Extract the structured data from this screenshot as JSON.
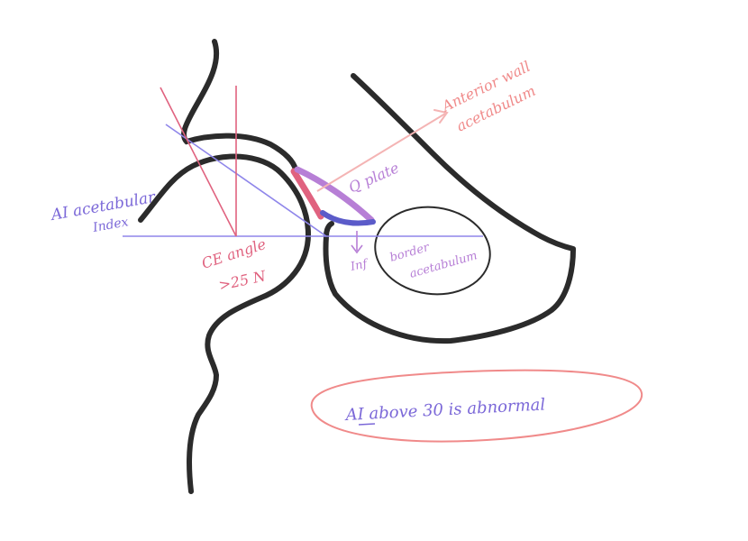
{
  "labels": {
    "ai_acetabular_index": "AI acetabular Index",
    "ai_line1": "AI acetabular",
    "ai_line2": "Index",
    "ce_angle_line1": "CE angle",
    "ce_angle_line2": ">25 N",
    "q_plate": "Q plate",
    "anterior_wall_line1": "Anterior wall",
    "anterior_wall_line2": "acetabulum",
    "inf_border_line1": "Inf",
    "inf_border_line2": "border",
    "inf_border_line3": "acetabulum",
    "note": "AI above 30 is abnormal"
  },
  "colors": {
    "bone_outline": "#2b2b2b",
    "blue_label": "#7b68d8",
    "blue_line": "#8f86ea",
    "pink": "#e0627f",
    "salmon": "#f08a8a",
    "purple": "#b77fd6",
    "dark_blue_arc": "#5b5bc9"
  }
}
